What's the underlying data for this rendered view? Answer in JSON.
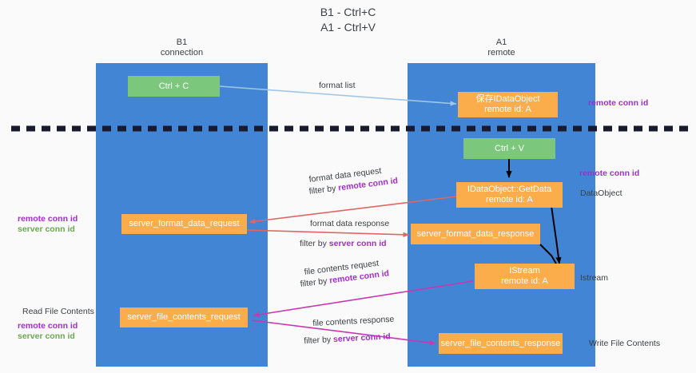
{
  "title": {
    "line1": "B1 - Ctrl+C",
    "line2": "A1 - Ctrl+V"
  },
  "lanes": [
    {
      "id": "b1",
      "name": "B1",
      "role": "connection"
    },
    {
      "id": "a1",
      "name": "A1",
      "role": "remote"
    }
  ],
  "boxes": {
    "ctrl_c": {
      "line1": "Ctrl + C",
      "line2": "",
      "color": "#7bc87c"
    },
    "save_idataobject": {
      "line1": "保存IDataObject",
      "line2": "remote id: A",
      "color": "#fbad4b"
    },
    "ctrl_v": {
      "line1": "Ctrl + V",
      "line2": "",
      "color": "#7bc87c"
    },
    "getdata": {
      "line1": "IDataObject::GetData",
      "line2": "remote id: A",
      "color": "#fbad4b"
    },
    "fmt_req": {
      "line1": "server_format_data_request",
      "line2": "",
      "color": "#fbad4b"
    },
    "fmt_resp": {
      "line1": "server_format_data_response",
      "line2": "",
      "color": "#fbad4b"
    },
    "istream": {
      "line1": "IStream",
      "line2": "remote id: A",
      "color": "#fbad4b"
    },
    "file_req": {
      "line1": "server_file_contents_request",
      "line2": "",
      "color": "#fbad4b"
    },
    "file_resp": {
      "line1": "server_file_contents_response",
      "line2": "",
      "color": "#fbad4b"
    }
  },
  "flows": [
    {
      "id": "format_list",
      "label": "format list",
      "filter": "",
      "filter_prefix": ""
    },
    {
      "id": "fmt_data_req",
      "label": "format data request",
      "filter": "remote conn id",
      "filter_prefix": "filter by "
    },
    {
      "id": "fmt_data_resp",
      "label": "format data response",
      "filter": "server conn id",
      "filter_prefix": "filter by "
    },
    {
      "id": "file_req",
      "label": "file contents request",
      "filter": "remote conn id",
      "filter_prefix": "filter by "
    },
    {
      "id": "file_resp",
      "label": "file contents response",
      "filter": "server conn id",
      "filter_prefix": "filter by "
    }
  ],
  "annotations": {
    "right_top_conn": "remote conn id",
    "right_mid_conn": "remote conn id",
    "dataobject": "DataObject",
    "istream": "Istream",
    "write_file": "Write File Contents",
    "left_remote_conn": "remote conn id",
    "left_server_conn": "server conn id",
    "read_file": "Read File Contents",
    "left2_remote_conn": "remote conn id",
    "left2_server_conn": "server conn id"
  },
  "colors": {
    "lane": "#4285d4",
    "box_orange": "#fbad4b",
    "box_green": "#7bc87c",
    "arrow_blue": "#9fc5e8",
    "arrow_red": "#e06666",
    "arrow_pink": "#c838b0",
    "arrow_black": "#000000",
    "purple": "#a42ec8",
    "green_text": "#6aa84f",
    "divider": "#1a1a2e"
  }
}
